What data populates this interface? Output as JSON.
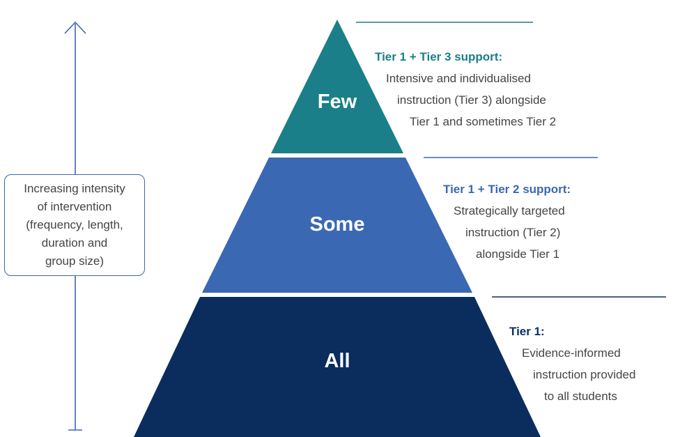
{
  "intensity_axis": {
    "lines": [
      "Increasing intensity",
      "of intervention",
      "(frequency, length,",
      "duration and",
      "group size)"
    ]
  },
  "tiers": [
    {
      "label": "Few",
      "color": "#1a7f88",
      "heading": "Tier 1 + Tier 3 support:",
      "lines": [
        "Intensive and individualised",
        "instruction (Tier 3) alongside",
        "Tier 1 and sometimes Tier 2"
      ]
    },
    {
      "label": "Some",
      "color": "#3a68b3",
      "heading": "Tier 1 + Tier 2 support:",
      "lines": [
        "Strategically targeted",
        "instruction (Tier 2)",
        "alongside Tier 1"
      ]
    },
    {
      "label": "All",
      "color": "#0a2d5e",
      "heading": "Tier 1:",
      "lines": [
        "Evidence-informed",
        "instruction provided",
        "to all students"
      ]
    }
  ]
}
